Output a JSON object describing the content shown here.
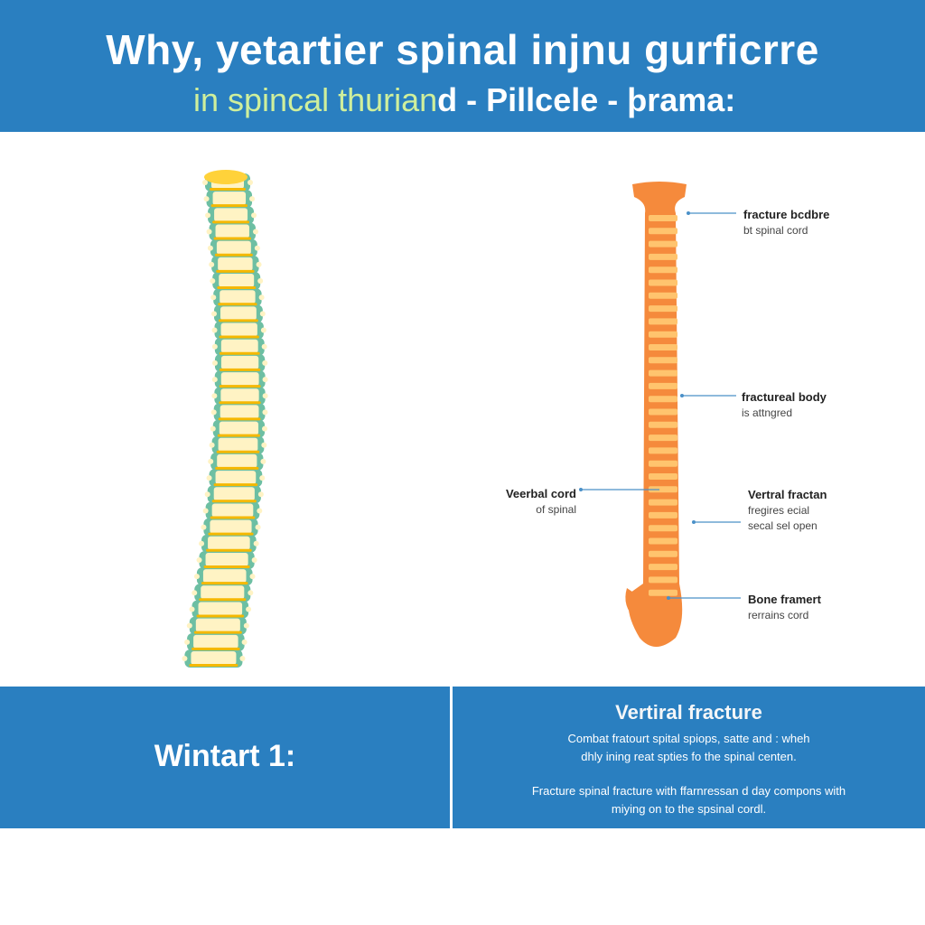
{
  "header": {
    "title_line1": "Why, yetartier spinal injnu gurficrre",
    "title_line2_highlight": "in spincal thurian",
    "title_line2_rest": "d - Pillcele - þrama:"
  },
  "labels": [
    {
      "title": "fracture bcdbre",
      "sub": "bt spinal cord"
    },
    {
      "title": "fractureal body",
      "sub": "is attngred"
    },
    {
      "title": "Veerbal cord",
      "sub": "of spinal"
    },
    {
      "title": "Vertral fractan",
      "sub": "fregires ecial",
      "sub2": "secal sel open"
    },
    {
      "title": "Bone framert",
      "sub": "rerrains cord"
    }
  ],
  "footer": {
    "left_title": "Wintart 1:",
    "right_title": "Vertiral fracture",
    "para1_line1": "Combat fratourt spital spiops, satte and : wheh",
    "para1_line2": "dhly ining reat spties fo the spinal centen.",
    "para2_line1": "Fracture spinal fracture with ffarnressan d day compons with",
    "para2_line2": "miying on to the spsinal cordl."
  },
  "colors": {
    "header_blue": "#2a7fc0",
    "spine_left_body": "#fff3c4",
    "spine_left_disc": "#f5b800",
    "spine_left_edge": "#6dbfa3",
    "spine_right": "#f58a3c",
    "spine_right_light": "#ffc46e",
    "leader_line": "#4a90c8"
  }
}
